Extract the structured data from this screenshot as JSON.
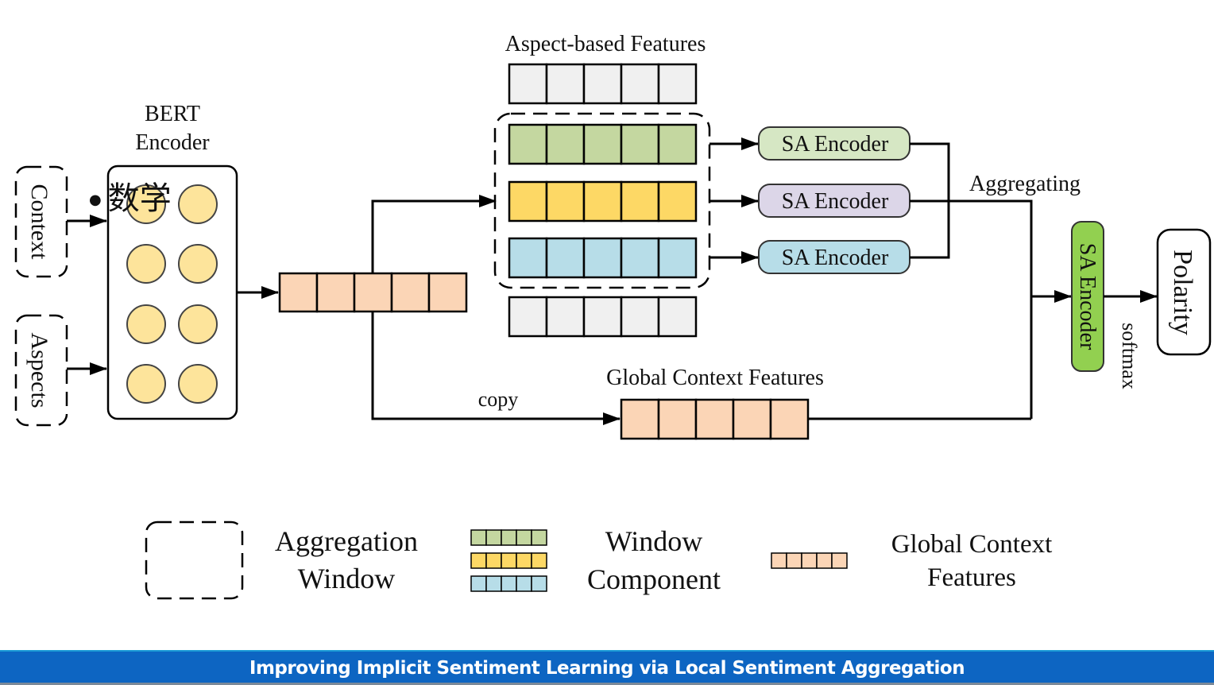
{
  "diagram": {
    "bert_encoder_label": [
      "BERT",
      "Encoder"
    ],
    "inputs": [
      {
        "label": "Context"
      },
      {
        "label": "Aspects"
      }
    ],
    "aspect_features_title": "Aspect-based Features",
    "sa_encoders": [
      {
        "label": "SA Encoder",
        "color": "#d6e7c4"
      },
      {
        "label": "SA Encoder",
        "color": "#dcd6e8"
      },
      {
        "label": "SA Encoder",
        "color": "#b7dde8"
      }
    ],
    "aggregating_label": "Aggregating",
    "final_encoder_label": "SA Encoder",
    "final_encoder_color": "#92d050",
    "softmax_label": "softmax",
    "polarity_label": "Polarity",
    "copy_label": "copy",
    "global_context_title": "Global Context Features",
    "colors": {
      "neuron": "#fde49b",
      "peach": "#fbd5b6",
      "gray": "#f0f0f0",
      "green": "#c4d7a0",
      "yellow": "#fdd865",
      "blue": "#b7dde8"
    },
    "overlay_text": "数学"
  },
  "legend": {
    "aggregation_window": [
      "Aggregation",
      "Window"
    ],
    "window_component": [
      "Window",
      "Component"
    ],
    "global_context": [
      "Global Context",
      "Features"
    ]
  },
  "footer": {
    "title": "Improving Implicit Sentiment Learning via Local Sentiment Aggregation",
    "bg_color": "#0d65c2"
  }
}
